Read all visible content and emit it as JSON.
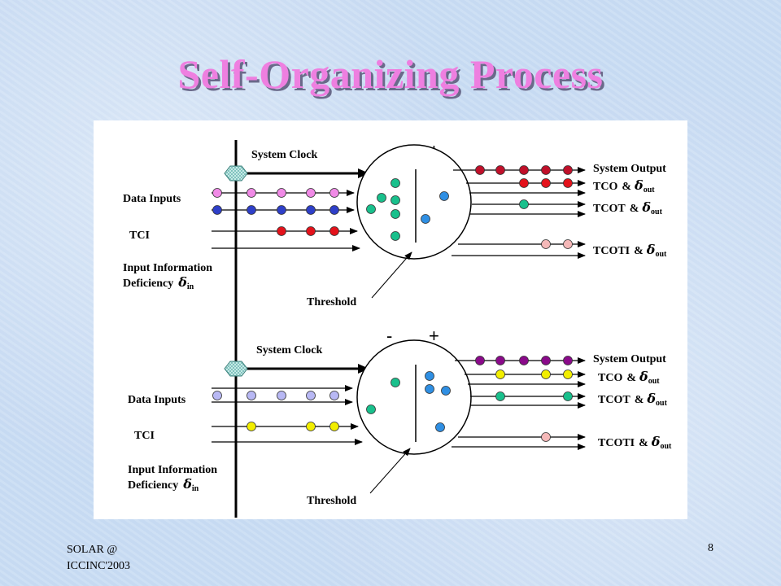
{
  "slide": {
    "title": "Self-Organizing Process",
    "footer_line1": "SOLAR @",
    "footer_line2": "ICCINC'2003",
    "page_number": "8"
  },
  "diagram": {
    "panels": [
      {
        "system_clock": "System Clock",
        "minus": "-",
        "plus": "+",
        "data_inputs": "Data Inputs",
        "tci": "TCI",
        "deficiency_line1": "Input Information",
        "deficiency_line2": "Deficiency",
        "delta": "δ",
        "in_sub": "in",
        "threshold": "Threshold",
        "out_sub": "out",
        "amp": "&",
        "outputs": [
          "System Output",
          "TCO",
          "TCOT",
          "TCOTI"
        ]
      },
      {
        "system_clock": "System Clock",
        "minus": "-",
        "plus": "+",
        "data_inputs": "Data Inputs",
        "tci": "TCI",
        "deficiency_line1": "Input Information",
        "deficiency_line2": "Deficiency",
        "delta": "δ",
        "in_sub": "in",
        "threshold": "Threshold",
        "out_sub": "out",
        "amp": "&",
        "outputs": [
          "System Output",
          "TCO",
          "TCOT",
          "TCOTI"
        ]
      }
    ],
    "colors": {
      "pink": "#f08ae6",
      "blue": "#2e3fc8",
      "red": "#e4121b",
      "darkred": "#c0102a",
      "teal": "#19c08c",
      "lightblue": "#2f8fe3",
      "salmon": "#f5b8b8",
      "lavender": "#b8b8f4",
      "yellow": "#f2ee00",
      "purple": "#8a0a8a",
      "hexagon": "#bfe9e6"
    }
  }
}
